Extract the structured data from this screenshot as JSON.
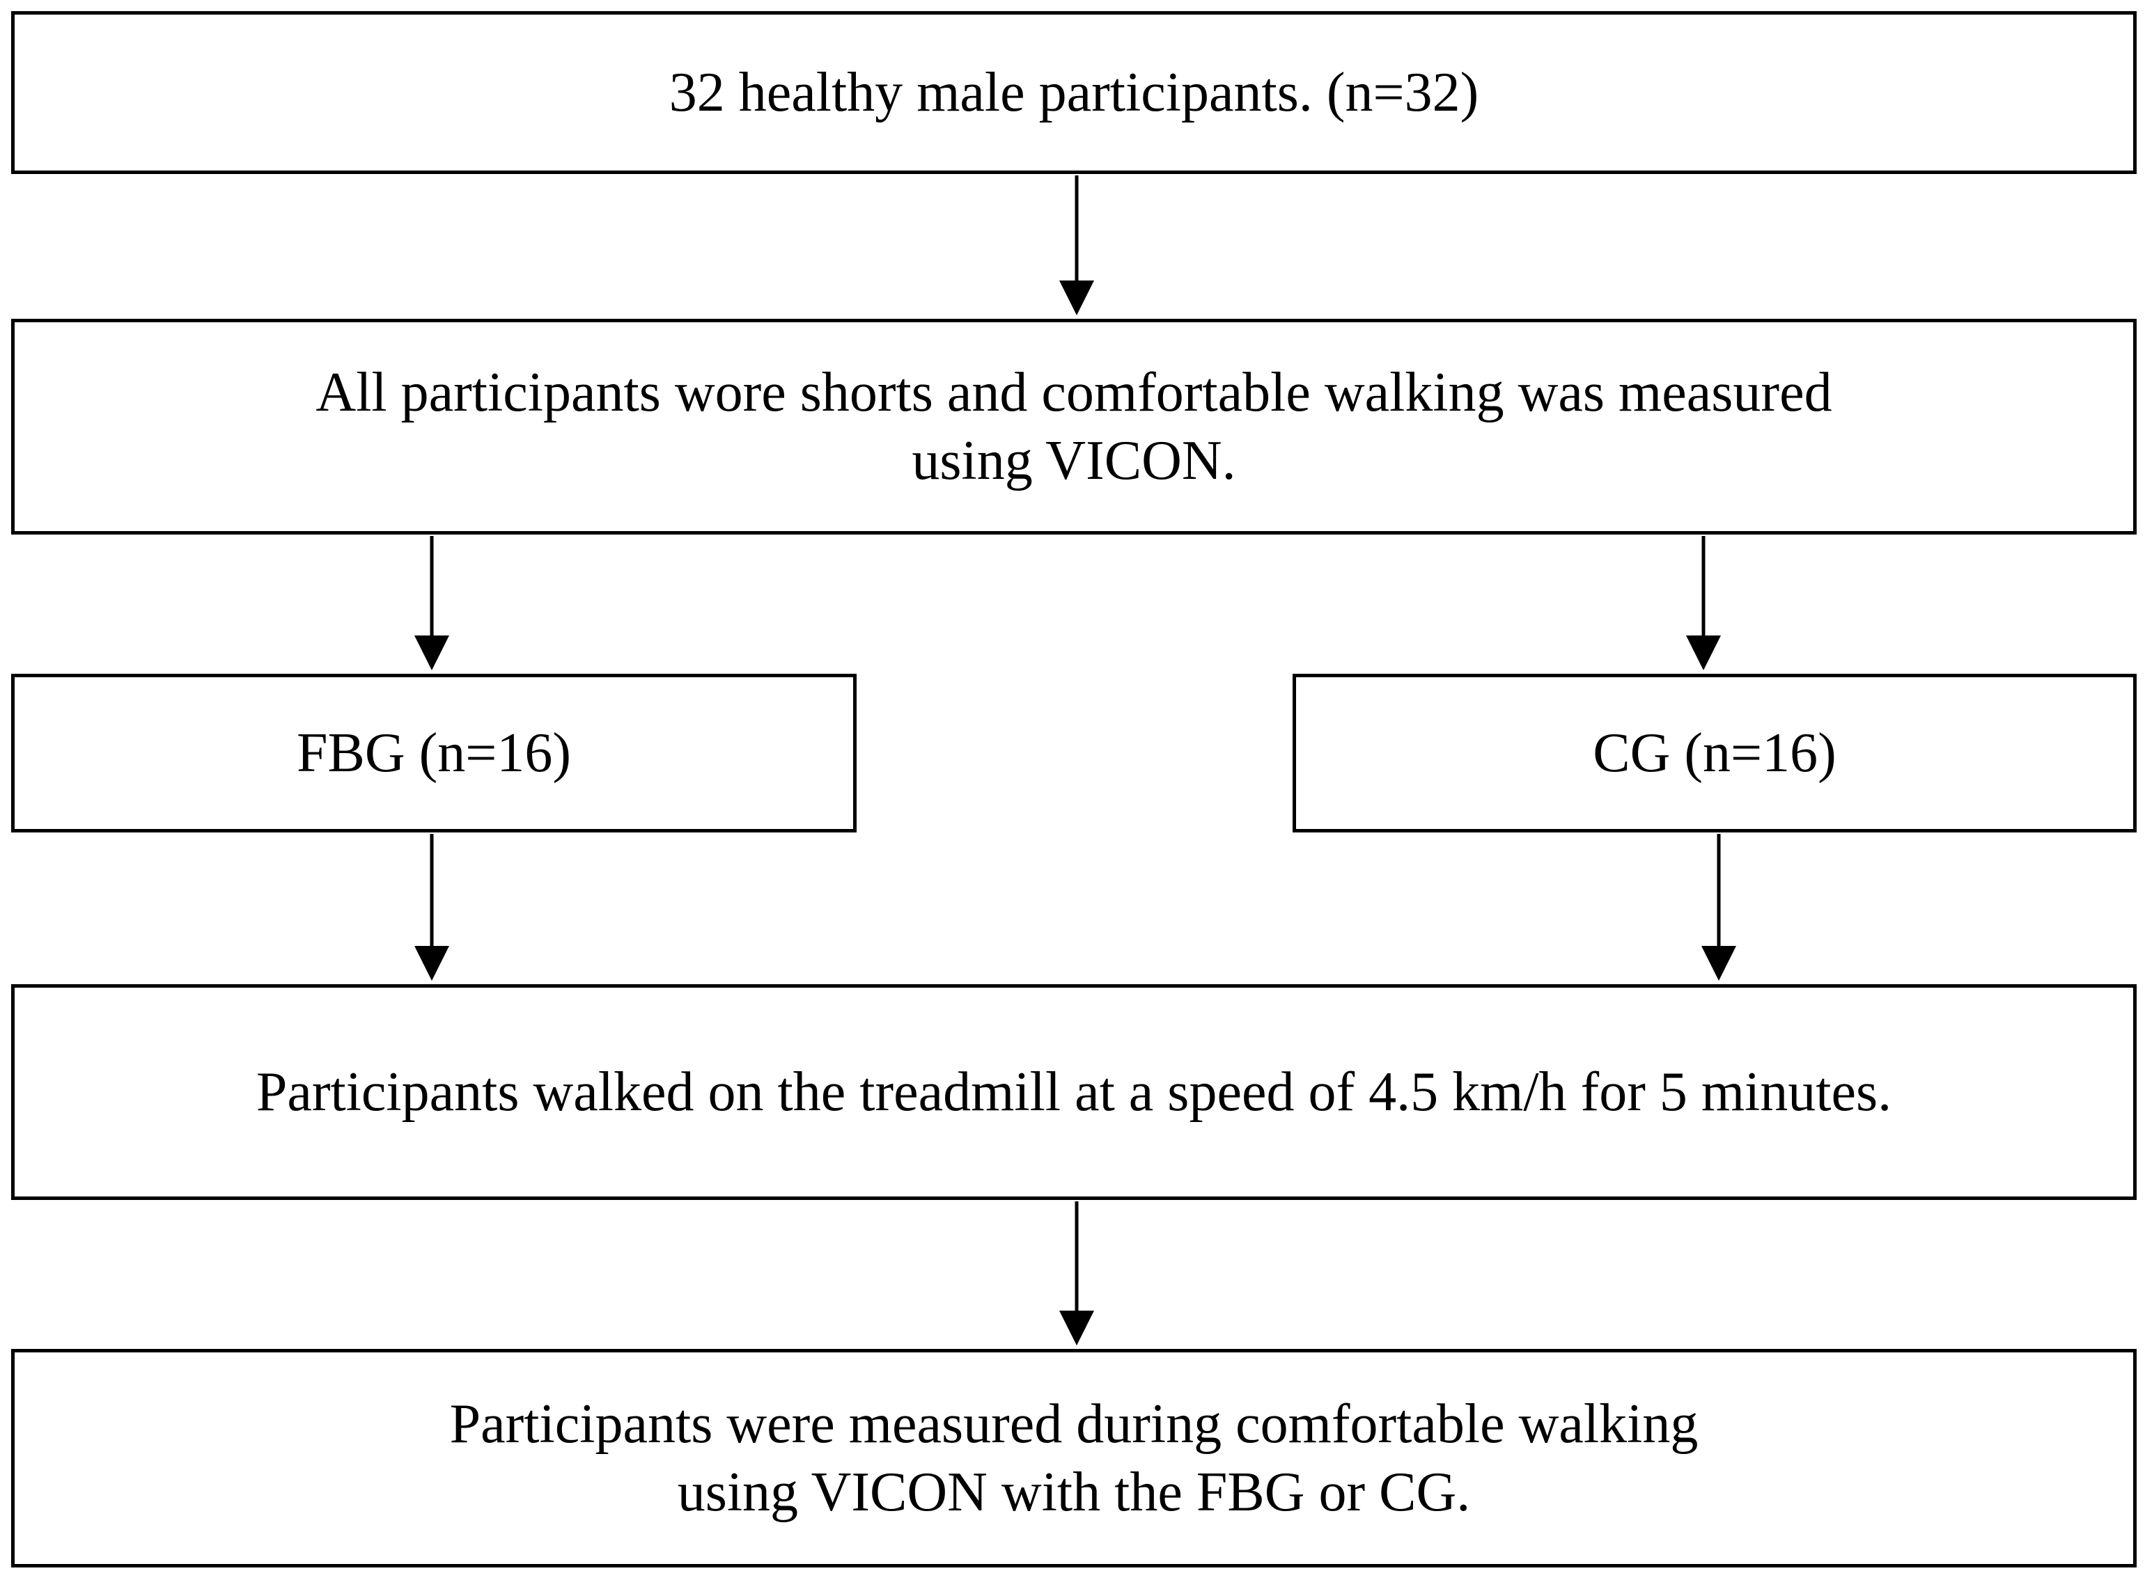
{
  "boxes": {
    "participants": "32 healthy male participants. (n=32)",
    "baseline": "All participants wore shorts and comfortable walking was measured\nusing VICON.",
    "fbg": "FBG (n=16)",
    "cg": "CG (n=16)",
    "treadmill": "Participants walked on the treadmill at a speed of 4.5 km/h for 5 minutes.",
    "final": "Participants were measured during comfortable walking\nusing VICON with the FBG or CG."
  },
  "colors": {
    "stroke": "#000000",
    "background": "#ffffff"
  }
}
